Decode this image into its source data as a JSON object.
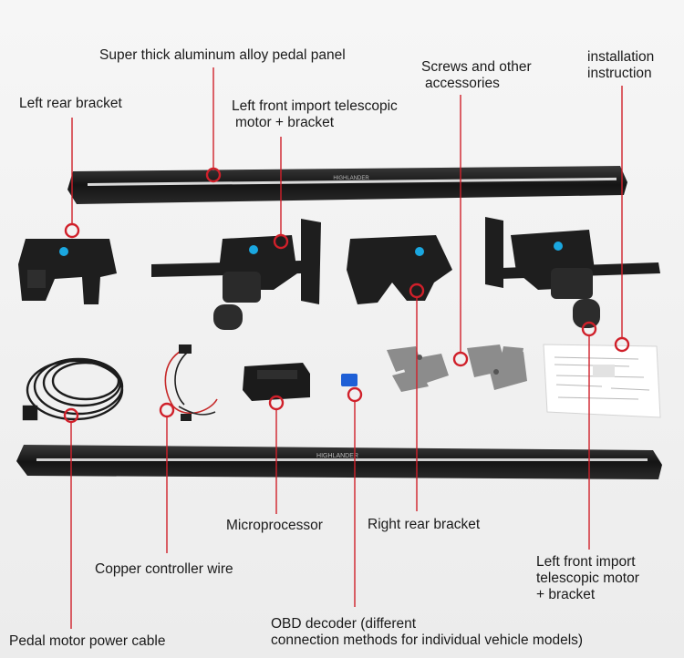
{
  "labels": {
    "pedal_panel": "Super thick aluminum alloy pedal panel",
    "left_rear_bracket": "Left rear bracket",
    "left_front_motor_top": [
      "Left front import telescopic",
      "motor + bracket"
    ],
    "screws": [
      "Screws and other",
      "accessories"
    ],
    "installation": [
      "installation",
      "instruction"
    ],
    "microprocessor": "Microprocessor",
    "right_rear_bracket": "Right rear bracket",
    "copper_wire": "Copper controller wire",
    "left_front_motor_bottom": [
      "Left front import",
      "telescopic motor",
      "+ bracket"
    ],
    "obd": [
      "OBD decoder (different",
      "connection methods for individual vehicle models)"
    ],
    "power_cable": "Pedal motor power cable"
  },
  "product_text": {
    "brand_top": "HIGHLANDER",
    "brand_bottom": "HIGHLANDER"
  },
  "colors": {
    "marker": "#d0202a",
    "pedal": "#1b1b1b",
    "accent": "#1aa7e0"
  }
}
